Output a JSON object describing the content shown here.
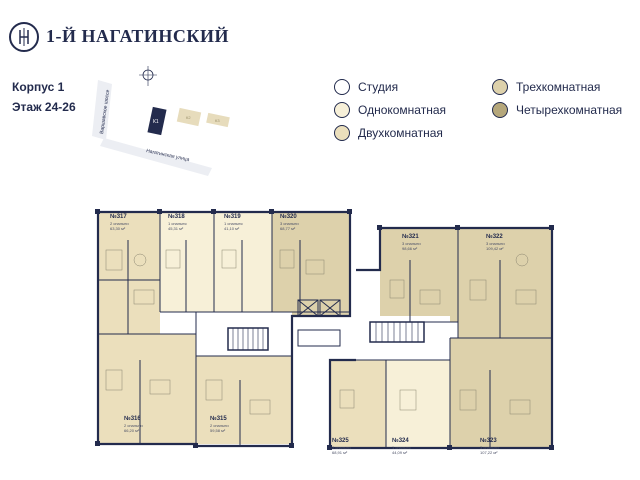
{
  "brand": {
    "name": "1-Й НАГАТИНСКИЙ"
  },
  "building": {
    "title": "Корпус 1",
    "floor": "Этаж 24-26"
  },
  "site_map": {
    "street_1": "Варшавское шоссе",
    "street_2": "Нагатинская улица",
    "building_codes": [
      "К1",
      "К2",
      "К3"
    ]
  },
  "legend": [
    {
      "label": "Студия",
      "color": "#ffffff"
    },
    {
      "label": "Однокомнатная",
      "color": "#f7f0d8"
    },
    {
      "label": "Двухкомнатная",
      "color": "#ebdfbc"
    },
    {
      "label": "Трехкомнатная",
      "color": "#ddd1ab"
    },
    {
      "label": "Четырехкомнатная",
      "color": "#cfc298"
    }
  ],
  "apartments": [
    {
      "num": "№317",
      "rooms": "2 спальни",
      "area": "63,30 м²",
      "color": "#ebdfbc"
    },
    {
      "num": "№318",
      "rooms": "1 спальня",
      "area": "45,31 м²",
      "color": "#f7f0d8"
    },
    {
      "num": "№319",
      "rooms": "1 спальня",
      "area": "41,10 м²",
      "color": "#f7f0d8"
    },
    {
      "num": "№320",
      "rooms": "3 спальни",
      "area": "68,77 м²",
      "color": "#ddd1ab"
    },
    {
      "num": "№321",
      "rooms": "3 спальни",
      "area": "98,66 м²",
      "color": "#ddd1ab"
    },
    {
      "num": "№322",
      "rooms": "3 спальни",
      "area": "109,42 м²",
      "color": "#ddd1ab"
    },
    {
      "num": "№316",
      "rooms": "2 спальни",
      "area": "66,20 м²",
      "color": "#ebdfbc"
    },
    {
      "num": "№315",
      "rooms": "2 спальни",
      "area": "59,58 м²",
      "color": "#ebdfbc"
    },
    {
      "num": "№325",
      "rooms": "2 спальни",
      "area": "68,91 м²",
      "color": "#ebdfbc"
    },
    {
      "num": "№324",
      "rooms": "1 спальня",
      "area": "44,09 м²",
      "color": "#f7f0d8"
    },
    {
      "num": "№323",
      "rooms": "3 спальни",
      "area": "107,22 м²",
      "color": "#ddd1ab"
    }
  ]
}
